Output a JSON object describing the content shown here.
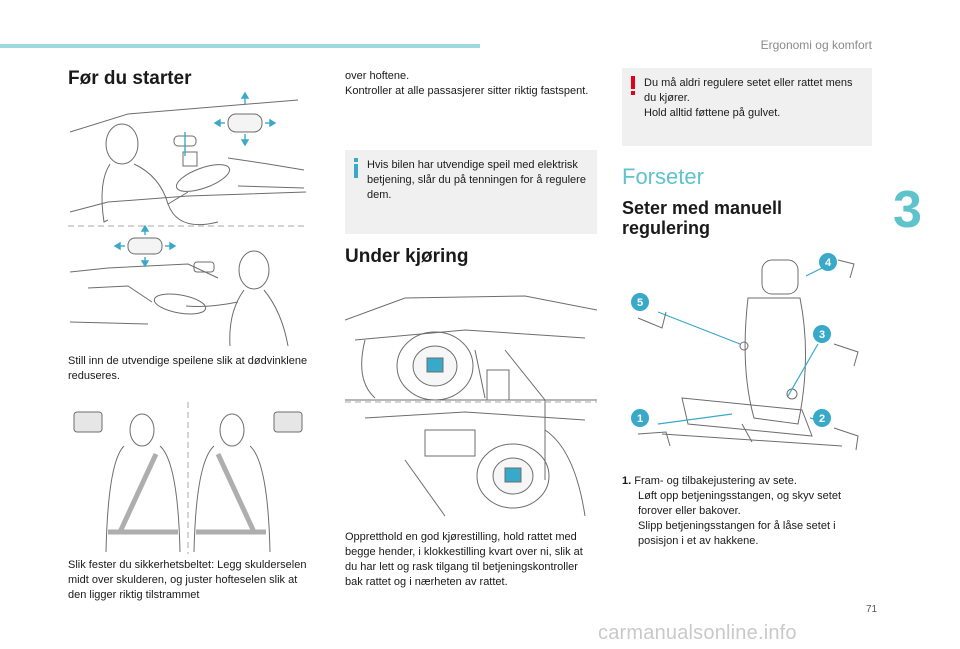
{
  "header": {
    "section_title": "Ergonomi og komfort",
    "chapter_number": "3",
    "page_number": "71"
  },
  "left": {
    "heading": "Før du starter",
    "mirror_caption": "Still inn de utvendige speilene slik at dødvinklene reduseres.",
    "belt_caption": "Slik fester du sikkerhetsbeltet: Legg skulderselen midt over skulderen, og juster hofteselen slik at den ligger riktig tilstrammet"
  },
  "middle": {
    "continued_text": "over hoftene.\nKontroller at alle passasjerer sitter riktig fastspent.",
    "info_note": "Hvis bilen har utvendige speil med elektrisk betjening, slår du på tenningen for å regulere dem.",
    "info_icon": "info-icon",
    "heading": "Under kjøring",
    "driving_caption": "Oppretthold en god kjørestilling, hold rattet med begge hender, i klokkestilling kvart over ni, slik at du har lett og rask tilgang til betjeningskontroller bak rattet og i nærheten av rattet."
  },
  "right": {
    "warning_note": "Du må aldri regulere setet eller rattet mens du kjører.\nHold alltid føttene på gulvet.",
    "warning_icon": "warning-icon",
    "section_heading": "Forseter",
    "subheading": "Seter med manuell\nregulering",
    "seat_callouts": [
      "1",
      "2",
      "3",
      "4",
      "5"
    ],
    "list": {
      "item_num": "1.",
      "item_text": "Fram- og tilbakejustering av sete.",
      "bullet_symbol": "",
      "bullets": [
        "Løft opp betjeningsstangen, og skyv setet forover eller bakover.",
        "Slipp betjeningsstangen for å låse setet i posisjon i et av hakkene."
      ]
    }
  },
  "footer": {
    "watermark": "carmanualsonline.info"
  },
  "colors": {
    "accent": "#5fc3cc",
    "topbar": "#9fd8dd",
    "note_bg": "#f0f0f0",
    "warning": "#e2001a",
    "callout": "#39a9c9"
  }
}
